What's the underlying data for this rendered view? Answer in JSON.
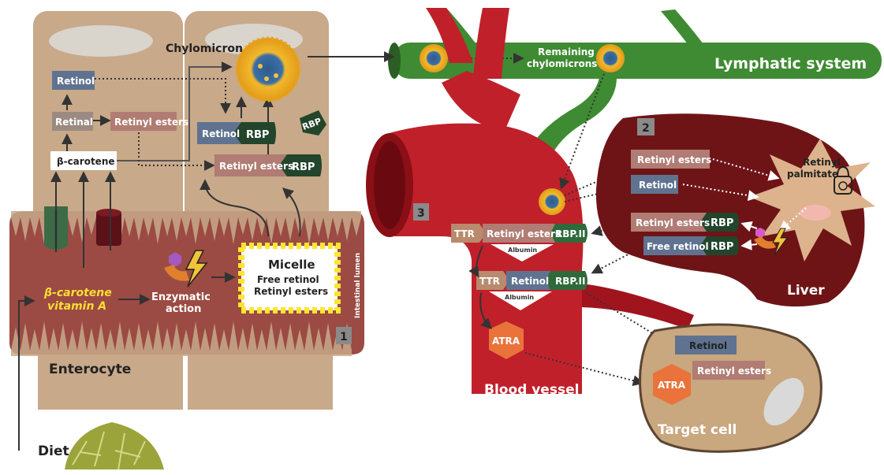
{
  "colors": {
    "enterocyte": "#c8a989",
    "lumen": "#9b4b43",
    "vessel": "#c0202a",
    "lymph": "#3f8b33",
    "liver": "#6e1417",
    "retinol_box": "#5f7390",
    "ester_box": "#b07c73",
    "rbp": "#23452c",
    "ttr": "#b98a6d",
    "atra": "#e9733a",
    "target_cell": "#c9a77f"
  },
  "enterocyte": {
    "label": "Enterocyte",
    "lumen_label": "Intestinal lumen",
    "step_number": "1",
    "retinol": "Retinol",
    "retinal": "Retinal",
    "retinyl_esters": "Retinyl esters",
    "beta_carotene": "β-carotene",
    "chylomicron": "Chylomicron",
    "retinol_rbp": "Retinol",
    "retinyl_esters_rbp": "Retinyl esters",
    "rbp": "RBP",
    "rbp_free": "RBP"
  },
  "lumen": {
    "intake_line1": "β-carotene",
    "intake_line2": "vitamin A",
    "enzymatic_line1": "Enzymatic",
    "enzymatic_line2": "action",
    "micelle_title": "Micelle",
    "micelle_line1": "Free retinol",
    "micelle_line2": "Retinyl esters"
  },
  "diet": {
    "label": "Diet"
  },
  "lymphatic": {
    "label": "Lymphatic system",
    "remaining_line1": "Remaining",
    "remaining_line2": "chylomicrons"
  },
  "blood": {
    "label": "Blood vessel",
    "step_number": "3",
    "ttr": "TTR",
    "retinyl_esters": "Retinyl esters",
    "rbp2": "RBP.II",
    "albumin": "Albumin",
    "retinol": "Retinol",
    "atra": "ATRA"
  },
  "liver": {
    "label": "Liver",
    "step_number": "2",
    "retinyl_esters": "Retinyl esters",
    "retinol": "Retinol",
    "retinyl_esters_rbp": "Retinyl esters",
    "free_retinol": "Free retinol",
    "rbp": "RBP",
    "palmitate_line1": "Retinyl",
    "palmitate_line2": "palmitate"
  },
  "target": {
    "label": "Target cell",
    "retinol": "Retinol",
    "retinyl_esters": "Retinyl esters",
    "atra": "ATRA"
  }
}
